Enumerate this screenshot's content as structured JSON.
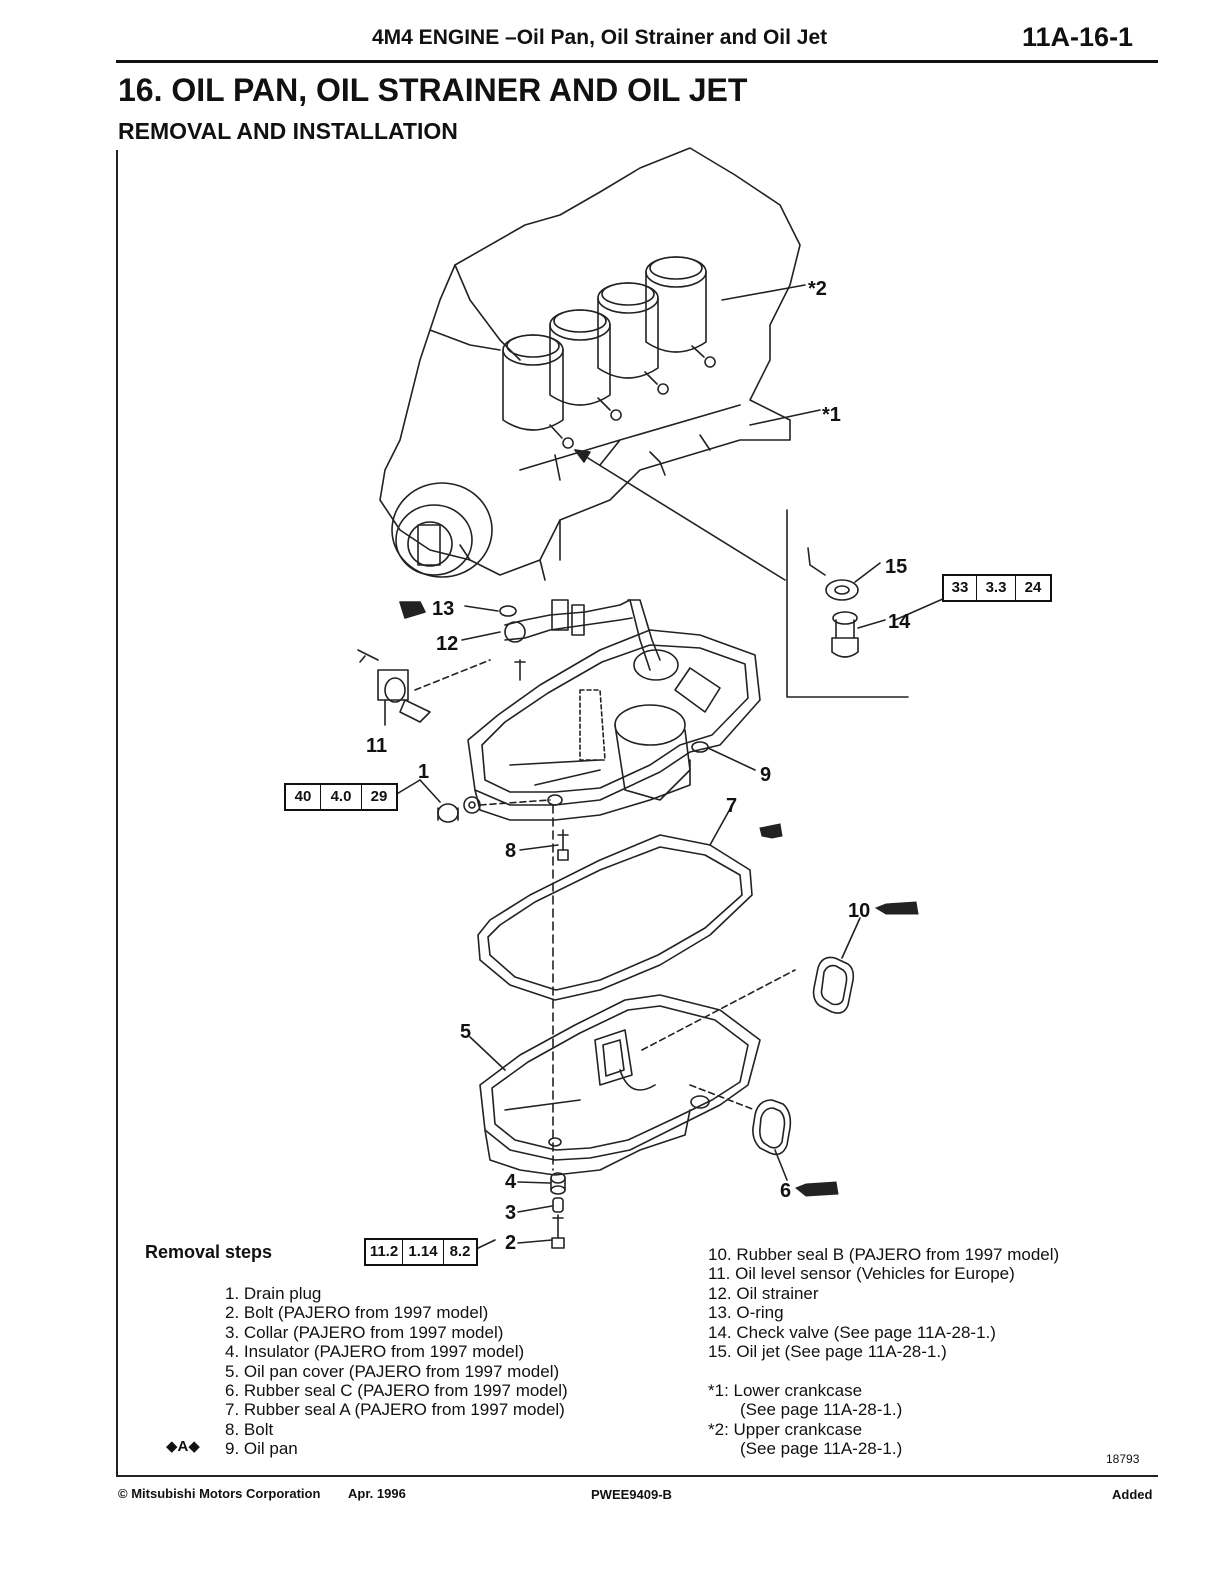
{
  "header": {
    "title": "4M4 ENGINE –Oil Pan, Oil Strainer and Oil Jet",
    "page_code": "11A-16-1"
  },
  "section": {
    "title": "16. OIL PAN, OIL STRAINER AND OIL JET",
    "subtitle": "REMOVAL AND INSTALLATION"
  },
  "diagram": {
    "callouts": {
      "c1": "1",
      "c2": "2",
      "c3": "3",
      "c4": "4",
      "c5": "5",
      "c6": "6",
      "c7": "7",
      "c8": "8",
      "c9": "9",
      "c10": "10",
      "c11": "11",
      "c12": "12",
      "c13": "13",
      "c14": "14",
      "c15": "15",
      "s1": "*1",
      "s2": "*2"
    },
    "torque_specs": {
      "check_valve": [
        "33",
        "3.3",
        "24"
      ],
      "drain_plug": [
        "40",
        "4.0",
        "29"
      ],
      "bolt": [
        "11.2",
        "1.14",
        "8.2"
      ]
    },
    "figure_number": "18793"
  },
  "removal_steps": {
    "heading": "Removal steps",
    "marker": "◆A◆",
    "left_list": [
      "1. Drain plug",
      "2. Bolt (PAJERO from 1997 model)",
      "3. Collar (PAJERO from 1997 model)",
      "4. Insulator (PAJERO from 1997 model)",
      "5. Oil pan cover (PAJERO from 1997 model)",
      "6. Rubber seal C (PAJERO from 1997 model)",
      "7. Rubber seal A (PAJERO from 1997 model)",
      "8. Bolt",
      "9. Oil pan"
    ],
    "right_list": [
      "10. Rubber seal B (PAJERO from 1997 model)",
      "11. Oil level sensor (Vehicles for Europe)",
      "12. Oil strainer",
      "13. O-ring",
      "14. Check valve (See page 11A-28-1.)",
      "15. Oil jet (See page 11A-28-1.)"
    ],
    "notes": [
      "*1: Lower crankcase",
      "(See page 11A-28-1.)",
      "*2: Upper crankcase",
      "(See page 11A-28-1.)"
    ]
  },
  "footer": {
    "copyright": "© Mitsubishi Motors Corporation",
    "date": "Apr. 1996",
    "code": "PWEE9409-B",
    "status": "Added"
  }
}
